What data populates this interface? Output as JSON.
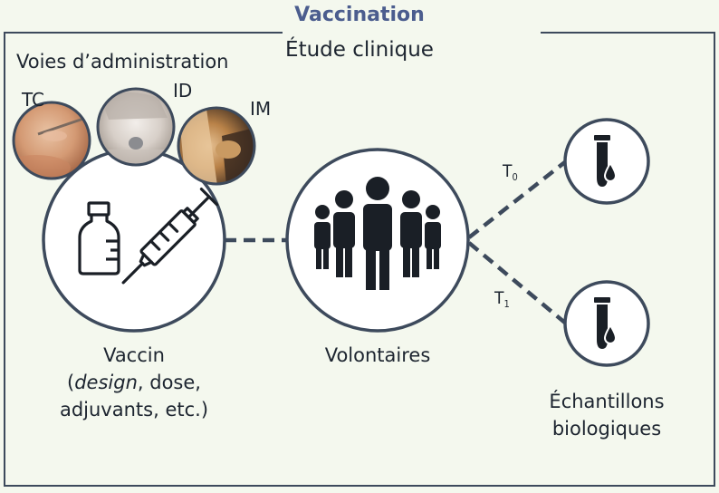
{
  "header": {
    "title": "Vaccination",
    "subtitle": "Étude clinique"
  },
  "routes": {
    "title": "Voies d’administration",
    "items": [
      {
        "code": "TC"
      },
      {
        "code": "ID"
      },
      {
        "code": "IM"
      }
    ]
  },
  "vaccine": {
    "label_line1": "Vaccin",
    "label_design": "design",
    "label_line2_rest": ", dose,",
    "label_line3": "adjuvants, etc.)",
    "label_open_paren": "("
  },
  "volunteers": {
    "label": "Volontaires"
  },
  "timepoints": [
    {
      "letter": "T",
      "index": "0"
    },
    {
      "letter": "T",
      "index": "1"
    }
  ],
  "samples": {
    "label_line1": "Échantillons",
    "label_line2": "biologiques"
  },
  "colors": {
    "frame": "#3d4a5c",
    "title": "#4b5d8e",
    "background": "#f4f8ee",
    "icon": "#1a1f26",
    "circle_fill": "#ffffff"
  },
  "icons": [
    "vial-icon",
    "syringe-icon",
    "people-icon",
    "sample-tube-icon"
  ]
}
